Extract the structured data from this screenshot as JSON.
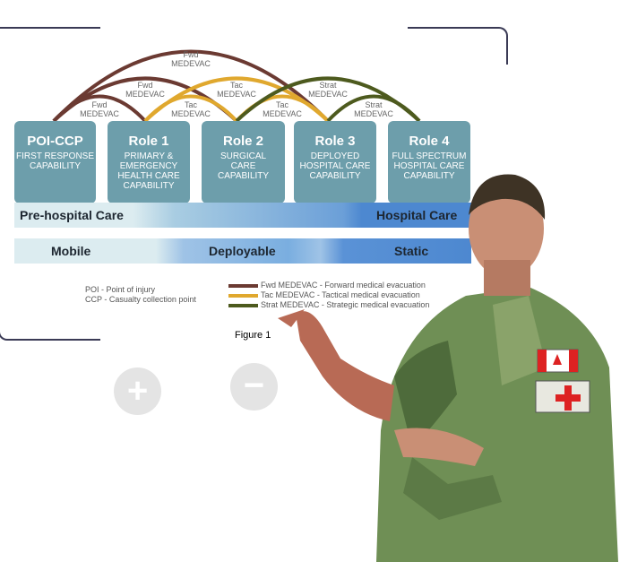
{
  "arcs": {
    "fwd": "Fwd",
    "tac": "Tac",
    "strat": "Strat",
    "medevac": "MEDEVAC"
  },
  "roles": [
    {
      "title": "POI-CCP",
      "desc": "FIRST RESPONSE CAPABILITY"
    },
    {
      "title": "Role 1",
      "desc": "PRIMARY & EMERGENCY HEALTH CARE CAPABILITY"
    },
    {
      "title": "Role 2",
      "desc": "SURGICAL CARE CAPABILITY"
    },
    {
      "title": "Role 3",
      "desc": "DEPLOYED HOSPITAL CARE CAPABILITY"
    },
    {
      "title": "Role 4",
      "desc": "FULL SPECTRUM HOSPITAL CARE CAPABILITY"
    }
  ],
  "bands": {
    "prehospital": "Pre-hospital Care",
    "hospital": "Hospital Care",
    "mobile": "Mobile",
    "deployable": "Deployable",
    "static": "Static"
  },
  "legend": {
    "poi": "POI - Point of injury",
    "ccp": "CCP - Casualty collection point",
    "fwd": "Fwd MEDEVAC - Forward medical evacuation",
    "tac": "Tac MEDEVAC - Tactical medical evacuation",
    "strat": "Strat MEDEVAC - Strategic medical evacuation"
  },
  "caption": "Figure 1",
  "colors": {
    "fwd": "#6b3a32",
    "tac": "#e0a82e",
    "strat": "#4d5a1e",
    "box": "#6d9eab"
  }
}
